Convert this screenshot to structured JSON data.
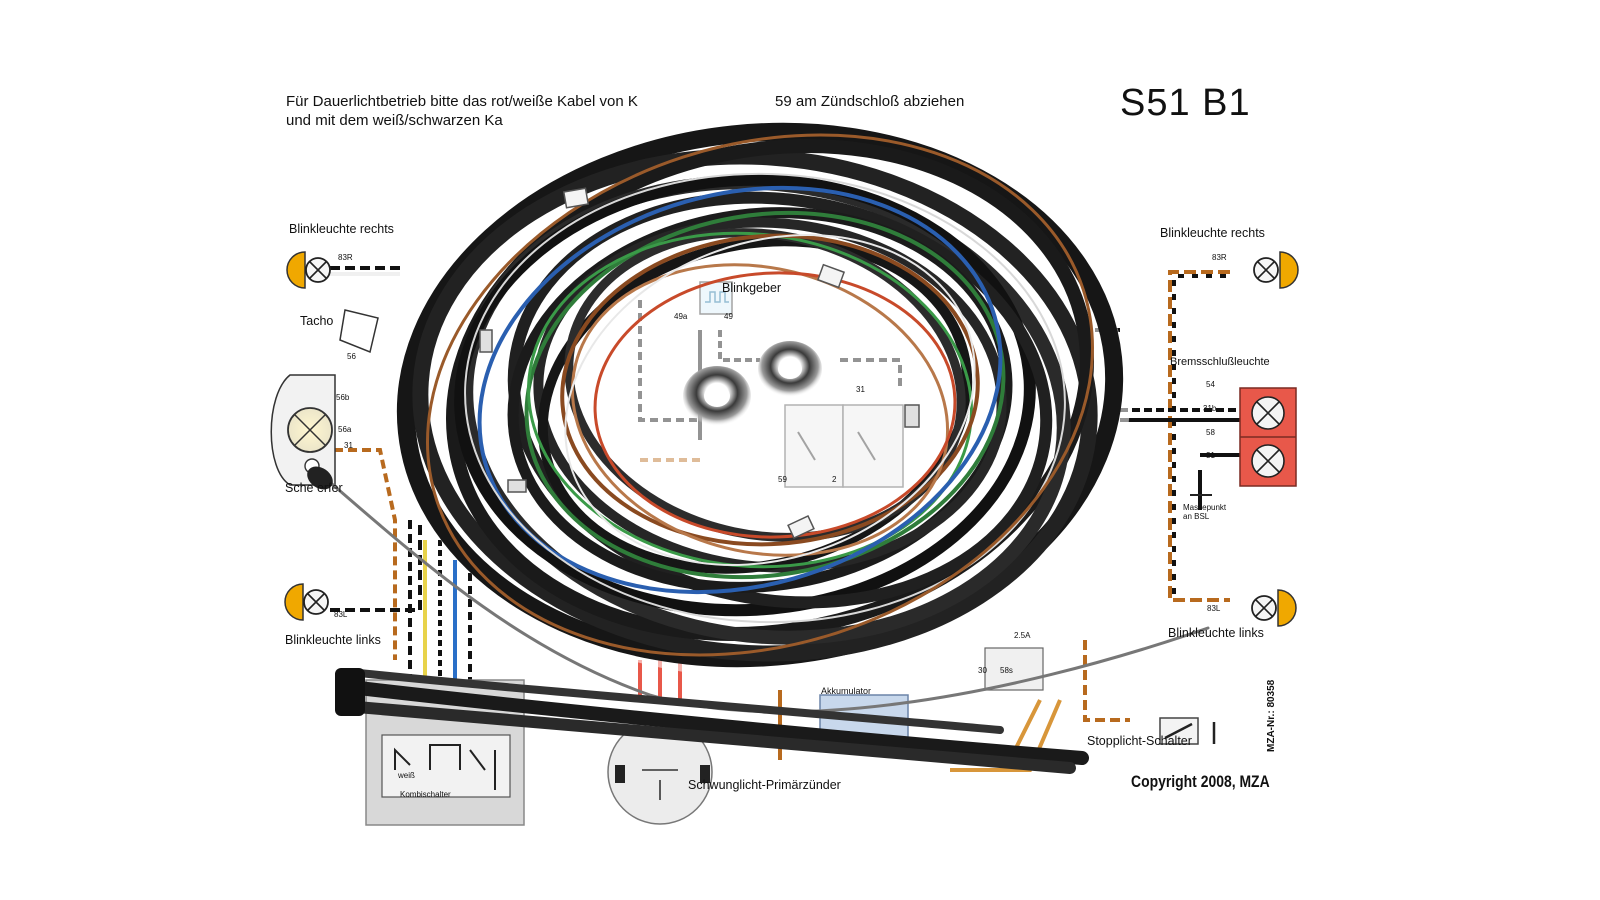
{
  "header": {
    "line1": "Für Dauerlichtbetrieb bitte das rot/weiße Kabel von K",
    "line1_end": "59 am Zündschloß abziehen",
    "line2": "und mit dem weiß/schwarzen Ka",
    "title": "S51 B1"
  },
  "labels": {
    "blink_rechts_left": "Blinkleuchte rechts",
    "blink_rechts_right": "Blinkleuchte rechts",
    "tacho": "Tacho",
    "scheinwerfer": "Sche  erfer",
    "blink_links_left": "Blinkleuchte links",
    "blink_links_right": "Blinkleuchte links",
    "blinkgeber": "Blinkgeber",
    "bremsschluss": "Bremsschlußleuchte",
    "massepunkt": "Massepunkt an BSL",
    "akkumulator": "Akkumulator",
    "stopplicht": "Stopplicht-Schalter",
    "schwunglicht": "Schwunglicht-Primärzünder",
    "kombischalter": "Kombischalter",
    "weiss": "weiß",
    "copyright": "Copyright 2008, MZA",
    "mza_nr": "MZA-Nr.: 80358",
    "fuse": "2.5A"
  },
  "terminals": {
    "t83r_left": "83R",
    "t83r_right": "83R",
    "t83l_left": "83L",
    "t83l_right": "83L",
    "t56": "56",
    "t56b": "56b",
    "t56a": "56a",
    "t31": "31",
    "t49a": "49a",
    "t49": "49",
    "t59": "59",
    "t2": "2",
    "t31b": "31",
    "t54": "54",
    "t31bsl": "31b",
    "t58": "58",
    "t31c": "31",
    "t30": "30",
    "t58s": "58s"
  },
  "colors": {
    "lamp_amber": "#f0a800",
    "brake_light": "#e8584a",
    "akkumulator_fill": "#c8d8ec",
    "kombi_fill": "#d8d8d8",
    "wire_brown": "#b86a1e",
    "wire_black": "#111111",
    "harness_dark": "#1a1a1a"
  }
}
